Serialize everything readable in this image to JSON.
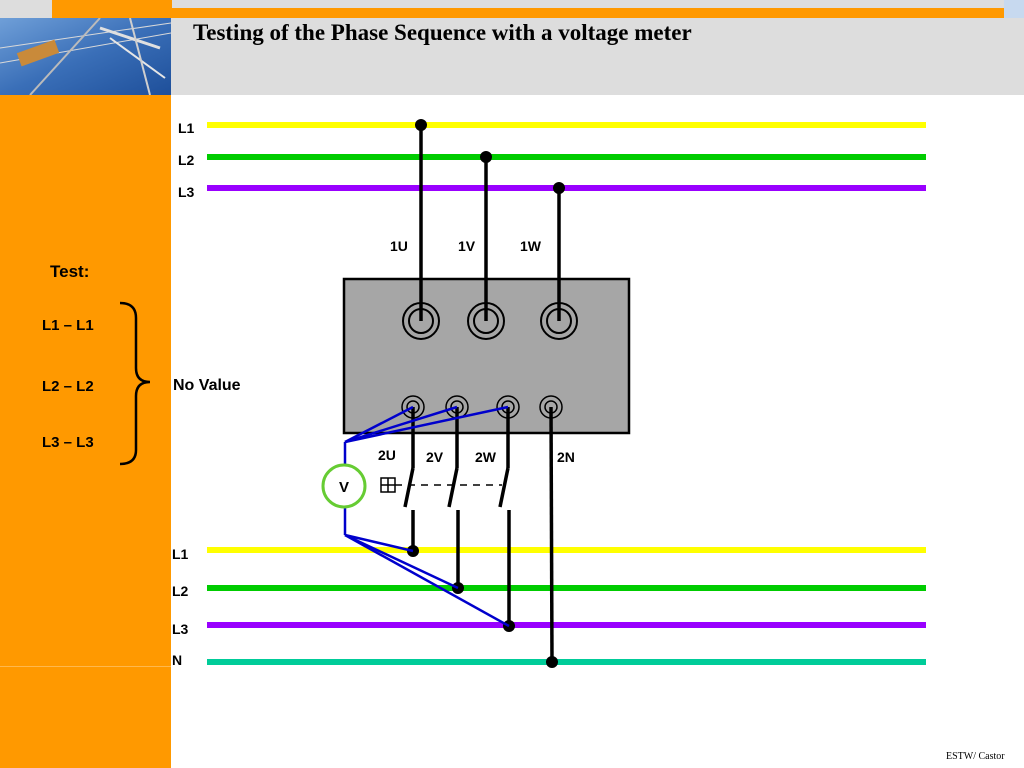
{
  "header": {
    "title": "Testing of the Phase Sequence with a voltage meter"
  },
  "sidebar": {
    "test_label": "Test:",
    "items": [
      "L1 – L1",
      "L2 – L2",
      "L3 – L3"
    ]
  },
  "diagram": {
    "result_label": "No Value",
    "upper_bus": [
      "L1",
      "L2",
      "L3"
    ],
    "lower_bus": [
      "L1",
      "L2",
      "L3",
      "N"
    ],
    "input_terminals": [
      "1U",
      "1V",
      "1W"
    ],
    "output_terminals": [
      "2U",
      "2V",
      "2W",
      "2N"
    ],
    "meter_symbol": "V",
    "colors": {
      "L1": "#ffff00",
      "L2": "#00cc00",
      "L3": "#9900ff",
      "N": "#00cc99",
      "wire_blue": "#0000cc",
      "meter_ring": "#66cc33",
      "device_fill": "#a6a6a6"
    }
  },
  "footer": {
    "credit": "ESTW/ Castor"
  }
}
